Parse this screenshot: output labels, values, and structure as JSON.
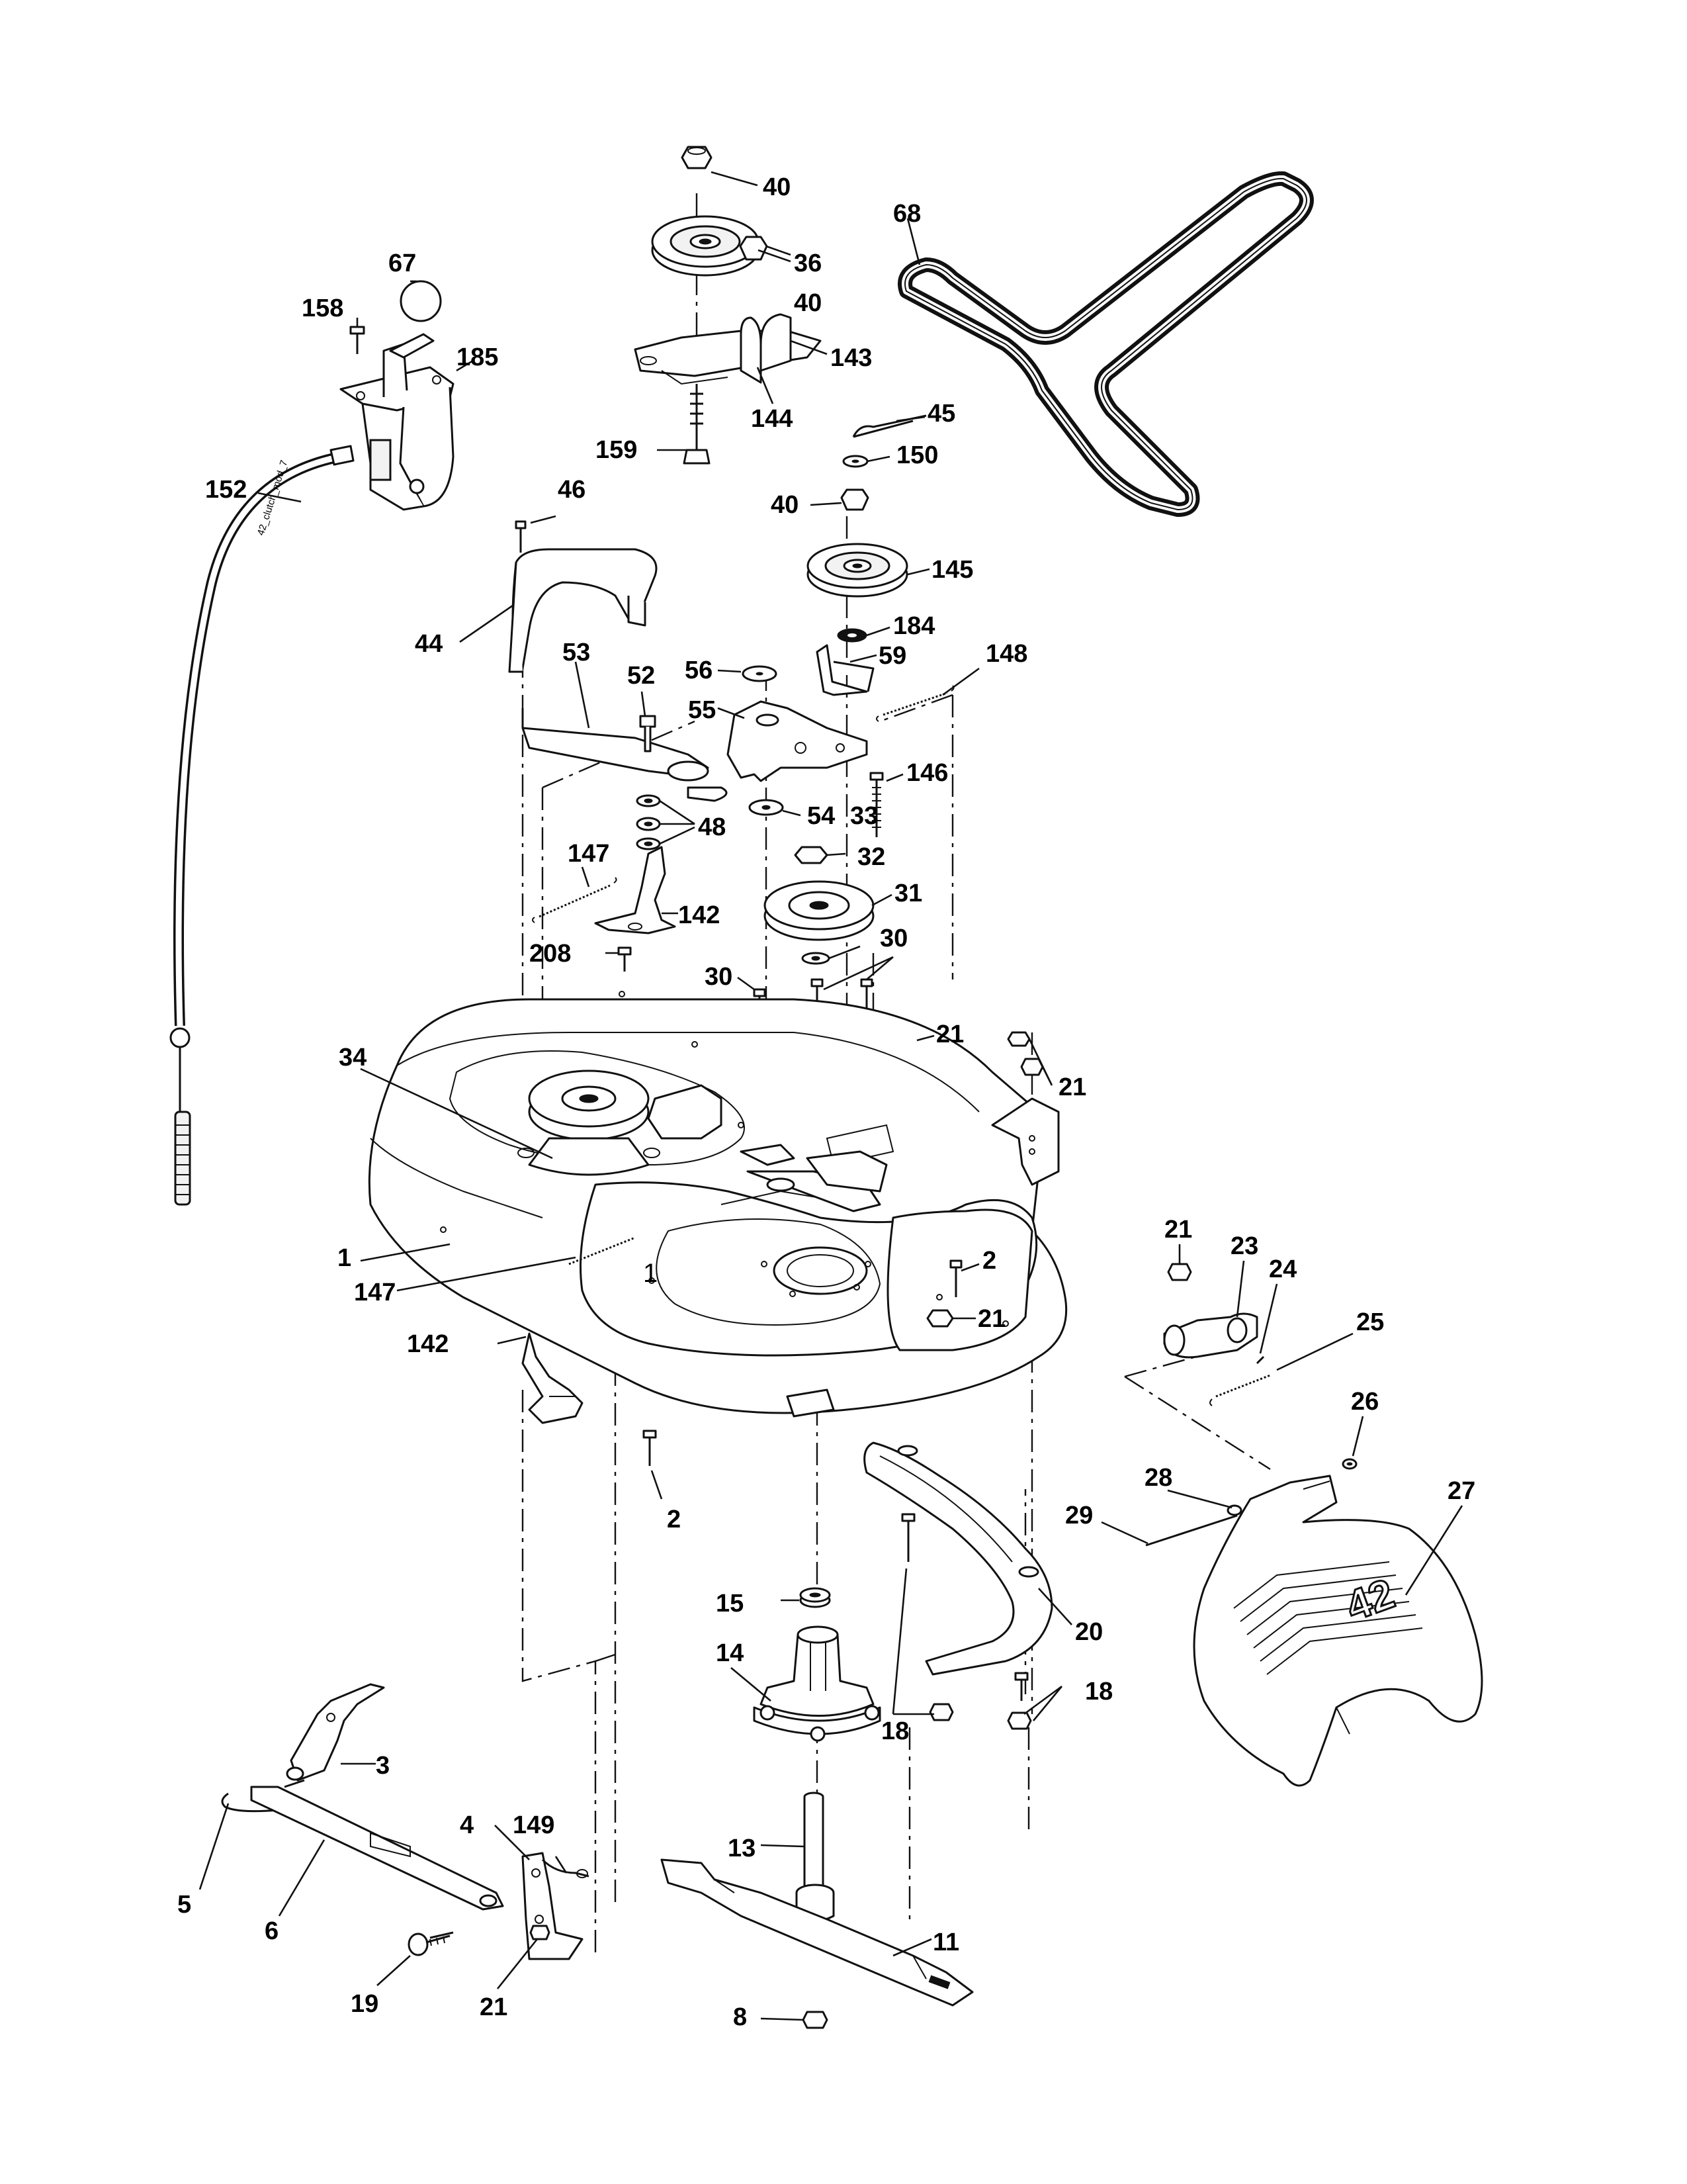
{
  "diagram": {
    "cable_tag": "42_clutch_mod_7",
    "deck_decal": "42",
    "deck_mark": "1"
  },
  "callouts": [
    {
      "id": "c40a",
      "text": "40"
    },
    {
      "id": "c36",
      "text": "36"
    },
    {
      "id": "c40b",
      "text": "40"
    },
    {
      "id": "c143",
      "text": "143"
    },
    {
      "id": "c144",
      "text": "144"
    },
    {
      "id": "c159",
      "text": "159"
    },
    {
      "id": "c45",
      "text": "45"
    },
    {
      "id": "c150",
      "text": "150"
    },
    {
      "id": "c40c",
      "text": "40"
    },
    {
      "id": "c145",
      "text": "145"
    },
    {
      "id": "c184",
      "text": "184"
    },
    {
      "id": "c59",
      "text": "59"
    },
    {
      "id": "c148",
      "text": "148"
    },
    {
      "id": "c68",
      "text": "68"
    },
    {
      "id": "c67",
      "text": "67"
    },
    {
      "id": "c158",
      "text": "158"
    },
    {
      "id": "c185",
      "text": "185"
    },
    {
      "id": "c152",
      "text": "152"
    },
    {
      "id": "c46",
      "text": "46"
    },
    {
      "id": "c44",
      "text": "44"
    },
    {
      "id": "c53",
      "text": "53"
    },
    {
      "id": "c52",
      "text": "52"
    },
    {
      "id": "c56",
      "text": "56"
    },
    {
      "id": "c55",
      "text": "55"
    },
    {
      "id": "c146",
      "text": "146"
    },
    {
      "id": "c54",
      "text": "54"
    },
    {
      "id": "c33",
      "text": "33"
    },
    {
      "id": "c48",
      "text": "48"
    },
    {
      "id": "c147a",
      "text": "147"
    },
    {
      "id": "c32",
      "text": "32"
    },
    {
      "id": "c31",
      "text": "31"
    },
    {
      "id": "c142a",
      "text": "142"
    },
    {
      "id": "c208",
      "text": "208"
    },
    {
      "id": "c30a",
      "text": "30"
    },
    {
      "id": "c30b",
      "text": "30"
    },
    {
      "id": "c21a",
      "text": "21"
    },
    {
      "id": "c21b",
      "text": "21"
    },
    {
      "id": "c34",
      "text": "34"
    },
    {
      "id": "c21c",
      "text": "21"
    },
    {
      "id": "c23",
      "text": "23"
    },
    {
      "id": "c24",
      "text": "24"
    },
    {
      "id": "c1",
      "text": "1"
    },
    {
      "id": "c2a",
      "text": "2"
    },
    {
      "id": "c21d",
      "text": "21"
    },
    {
      "id": "c25",
      "text": "25"
    },
    {
      "id": "c147b",
      "text": "147"
    },
    {
      "id": "c142b",
      "text": "142"
    },
    {
      "id": "c26",
      "text": "26"
    },
    {
      "id": "c28",
      "text": "28"
    },
    {
      "id": "c27",
      "text": "27"
    },
    {
      "id": "c2b",
      "text": "2"
    },
    {
      "id": "c29",
      "text": "29"
    },
    {
      "id": "c15",
      "text": "15"
    },
    {
      "id": "c20",
      "text": "20"
    },
    {
      "id": "c14",
      "text": "14"
    },
    {
      "id": "c18a",
      "text": "18"
    },
    {
      "id": "c18b",
      "text": "18"
    },
    {
      "id": "c3",
      "text": "3"
    },
    {
      "id": "c4",
      "text": "4"
    },
    {
      "id": "c149",
      "text": "149"
    },
    {
      "id": "c13",
      "text": "13"
    },
    {
      "id": "c5",
      "text": "5"
    },
    {
      "id": "c6",
      "text": "6"
    },
    {
      "id": "c11",
      "text": "11"
    },
    {
      "id": "c19",
      "text": "19"
    },
    {
      "id": "c21e",
      "text": "21"
    },
    {
      "id": "c8",
      "text": "8"
    }
  ]
}
